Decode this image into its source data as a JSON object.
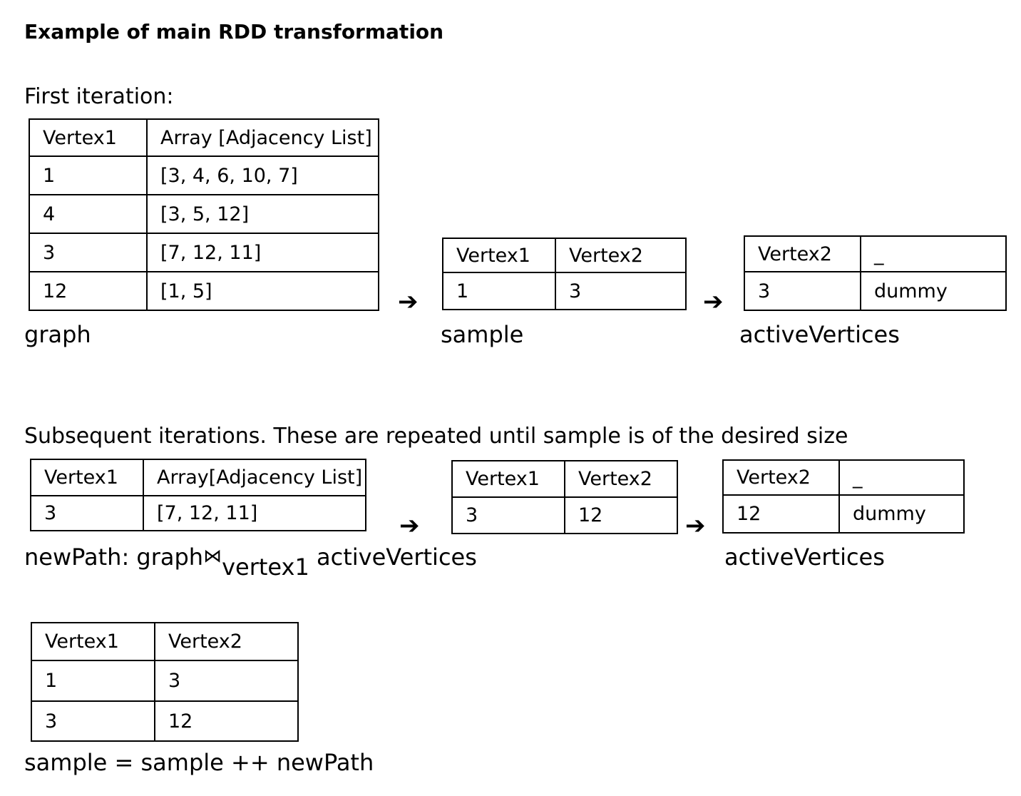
{
  "title": "Example of main RDD transformation",
  "first_iteration": {
    "heading": "First iteration:",
    "graph": {
      "headers": [
        "Vertex1",
        "Array [Adjacency List]"
      ],
      "rows": [
        [
          "1",
          "[3, 4, 6, 10, 7]"
        ],
        [
          "4",
          "[3, 5, 12]"
        ],
        [
          "3",
          "[7, 12, 11]"
        ],
        [
          "12",
          "[1, 5]"
        ]
      ],
      "label": "graph"
    },
    "arrow1": "➔",
    "sample": {
      "headers": [
        "Vertex1",
        "Vertex2"
      ],
      "rows": [
        [
          "1",
          "3"
        ]
      ],
      "label": "sample"
    },
    "arrow2": "➔",
    "active": {
      "headers": [
        "Vertex2",
        "_"
      ],
      "rows": [
        [
          "3",
          "dummy"
        ]
      ],
      "label": "activeVertices"
    }
  },
  "subsequent": {
    "heading": "Subsequent iterations. These are repeated until sample is of the desired size",
    "newpath_table": {
      "headers": [
        "Vertex1",
        "Array[Adjacency List]"
      ],
      "rows": [
        [
          "3",
          "[7, 12, 11]"
        ]
      ]
    },
    "newpath_label": {
      "prefix": "newPath:  graph",
      "join": "⋈",
      "subscript": "vertex1",
      "suffix": " activeVertices"
    },
    "arrow1": "➔",
    "vertex_table": {
      "headers": [
        "Vertex1",
        "Vertex2"
      ],
      "rows": [
        [
          "3",
          "12"
        ]
      ]
    },
    "arrow2": "➔",
    "active": {
      "headers": [
        "Vertex2",
        "_"
      ],
      "rows": [
        [
          "12",
          "dummy"
        ]
      ],
      "label": "activeVertices"
    },
    "sample": {
      "headers": [
        "Vertex1",
        "Vertex2"
      ],
      "rows": [
        [
          "1",
          "3"
        ],
        [
          "3",
          "12"
        ]
      ],
      "label": "sample = sample ++ newPath"
    }
  }
}
